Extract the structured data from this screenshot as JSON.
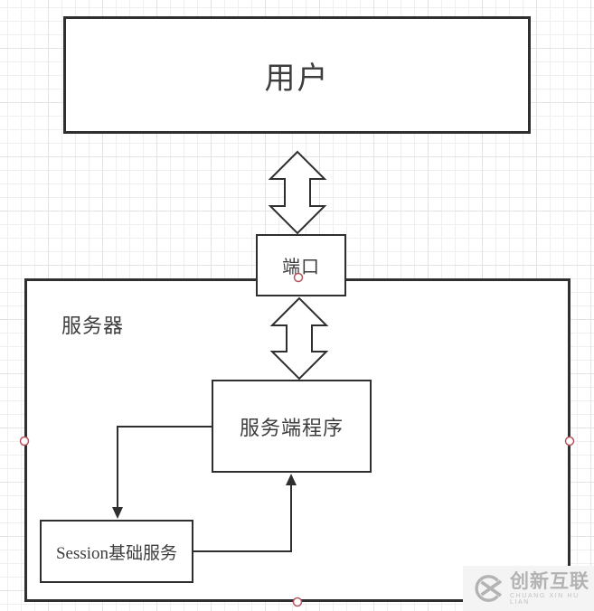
{
  "diagram": {
    "nodes": {
      "user": {
        "label": "用户"
      },
      "port": {
        "label": "端口"
      },
      "server": {
        "label": "服务器"
      },
      "server_program": {
        "label": "服务端程序"
      },
      "session_service": {
        "label": "Session基础服务"
      }
    },
    "connectors": [
      {
        "from": "server_program",
        "to": "session_service",
        "style": "elbow-arrow-down"
      },
      {
        "from": "session_service",
        "to": "server_program",
        "style": "elbow-arrow-up"
      },
      {
        "from": "user",
        "to": "port",
        "style": "double-arrow"
      },
      {
        "from": "port",
        "to": "server_program",
        "style": "double-arrow"
      }
    ]
  },
  "watermark": {
    "brand": "创新互联",
    "tagline": "CHUANG XIN HU LIAN"
  },
  "colors": {
    "stroke": "#2f2f2f",
    "text": "#3d3d3d",
    "connection_point": "#b5565f",
    "grid_minor": "#efefef",
    "grid_major": "#e3e3e3",
    "watermark_bg": "#f4f4f4",
    "watermark_fg": "#b3b3b3"
  }
}
